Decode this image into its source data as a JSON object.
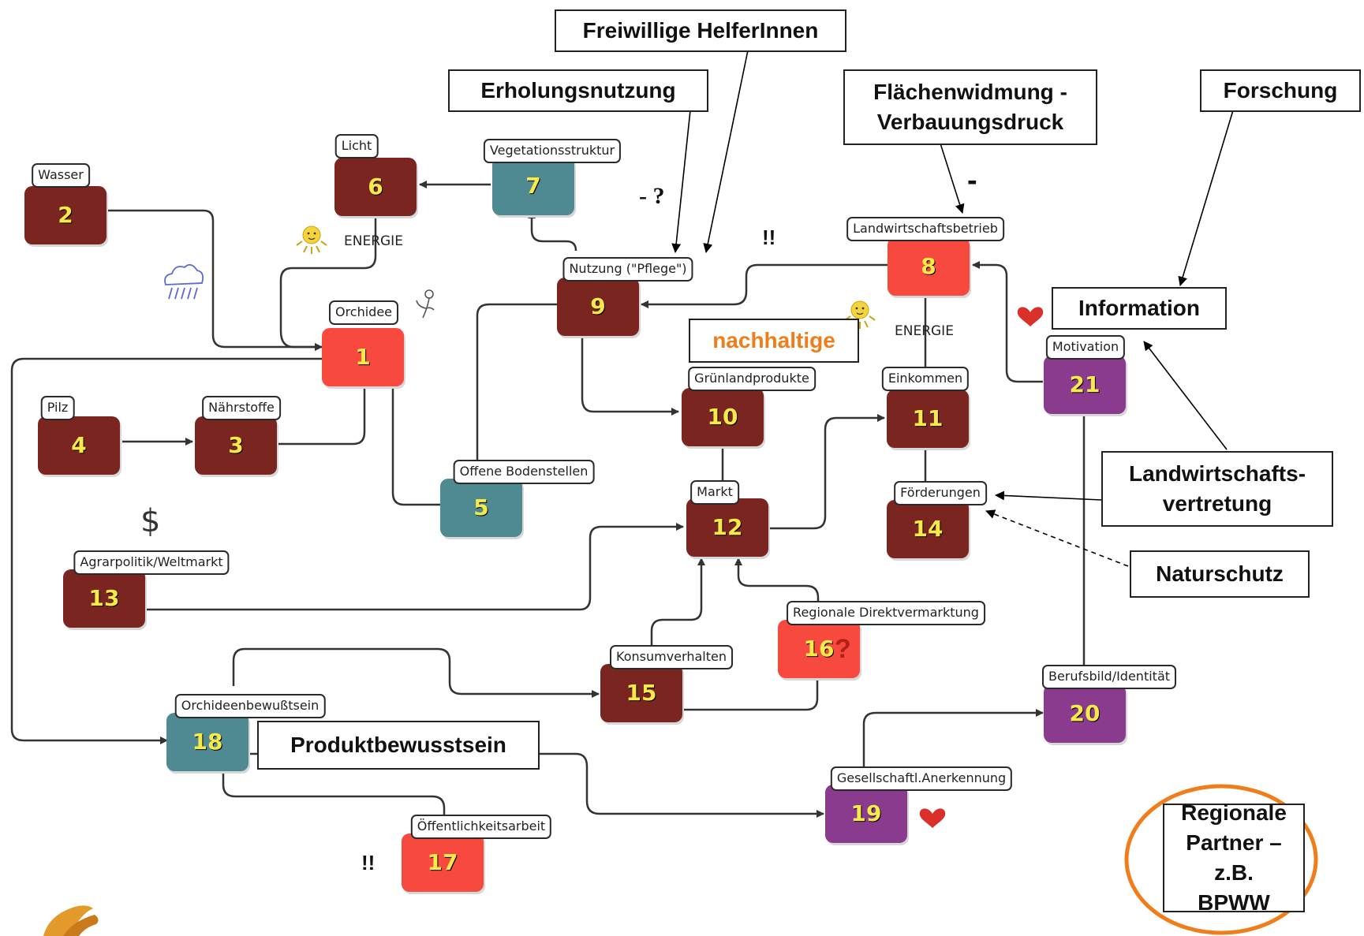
{
  "nodes": [
    {
      "id": "n1",
      "num": "1",
      "label": "Orchidee",
      "color": "#f7493d"
    },
    {
      "id": "n2",
      "num": "2",
      "label": "Wasser",
      "color": "#7a2520"
    },
    {
      "id": "n3",
      "num": "3",
      "label": "Nährstoffe",
      "color": "#7a2520"
    },
    {
      "id": "n4",
      "num": "4",
      "label": "Pilz",
      "color": "#7a2520"
    },
    {
      "id": "n5",
      "num": "5",
      "label": "Offene Bodenstellen",
      "color": "#4f8a92"
    },
    {
      "id": "n6",
      "num": "6",
      "label": "Licht",
      "color": "#7a2520"
    },
    {
      "id": "n7",
      "num": "7",
      "label": "Vegetationsstruktur",
      "color": "#4f8a92"
    },
    {
      "id": "n8",
      "num": "8",
      "label": "Landwirtschaftsbetrieb",
      "color": "#f7493d"
    },
    {
      "id": "n9",
      "num": "9",
      "label": "Nutzung (\"Pflege\")",
      "color": "#7a2520"
    },
    {
      "id": "n10",
      "num": "10",
      "label": "Grünlandprodukte",
      "color": "#7a2520"
    },
    {
      "id": "n11",
      "num": "11",
      "label": "Einkommen",
      "color": "#7a2520"
    },
    {
      "id": "n12",
      "num": "12",
      "label": "Markt",
      "color": "#7a2520"
    },
    {
      "id": "n13",
      "num": "13",
      "label": "Agrarpolitik/Weltmarkt",
      "color": "#7a2520"
    },
    {
      "id": "n14",
      "num": "14",
      "label": "Förderungen",
      "color": "#7a2520"
    },
    {
      "id": "n15",
      "num": "15",
      "label": "Konsumverhalten",
      "color": "#7a2520"
    },
    {
      "id": "n16",
      "num": "16",
      "label": "Regionale Direktvermarktung",
      "color": "#f7493d"
    },
    {
      "id": "n17",
      "num": "17",
      "label": "Öffentlichkeitsarbeit",
      "color": "#f7493d"
    },
    {
      "id": "n18",
      "num": "18",
      "label": "Orchideenbewußtsein",
      "color": "#4f8a92"
    },
    {
      "id": "n19",
      "num": "19",
      "label": "Gesellschaftl.Anerkennung",
      "color": "#8a3b8e"
    },
    {
      "id": "n20",
      "num": "20",
      "label": "Berufsbild/Identität",
      "color": "#8a3b8e"
    },
    {
      "id": "n21",
      "num": "21",
      "label": "Motivation",
      "color": "#8a3b8e"
    }
  ],
  "boxes": {
    "freiwillige": "Freiwillige HelferInnen",
    "erholung": "Erholungsnutzung",
    "flaechen": "Flächenwidmung - Verbauungsdruck",
    "forschung": "Forschung",
    "information": "Information",
    "nachhaltige": "nachhaltige",
    "landwirtschaftsvertretung": "Landwirtschafts-vertretung",
    "naturschutz": "Naturschutz",
    "produkt": "Produktbewusstsein",
    "regionale_partner": "Regionale Partner – z.B. BPWW"
  },
  "annotations": {
    "energie_left": "ENERGIE",
    "energie_right": "ENERGIE",
    "minus_question": "- ?",
    "minus": "-",
    "exclaim_top": "!!",
    "exclaim_bottom": "!!",
    "question_16": "?",
    "dollar": "$"
  },
  "colors": {
    "brown": "#7a2520",
    "red": "#f7493d",
    "teal": "#4f8a92",
    "purple": "#8a3b8e",
    "number": "#f6e94a",
    "orange_text": "#f07d1a",
    "orange_ring": "#f07d1a",
    "heart": "#d9302a",
    "sun": "#f5d33a",
    "cloud": "#5a6bd6"
  }
}
